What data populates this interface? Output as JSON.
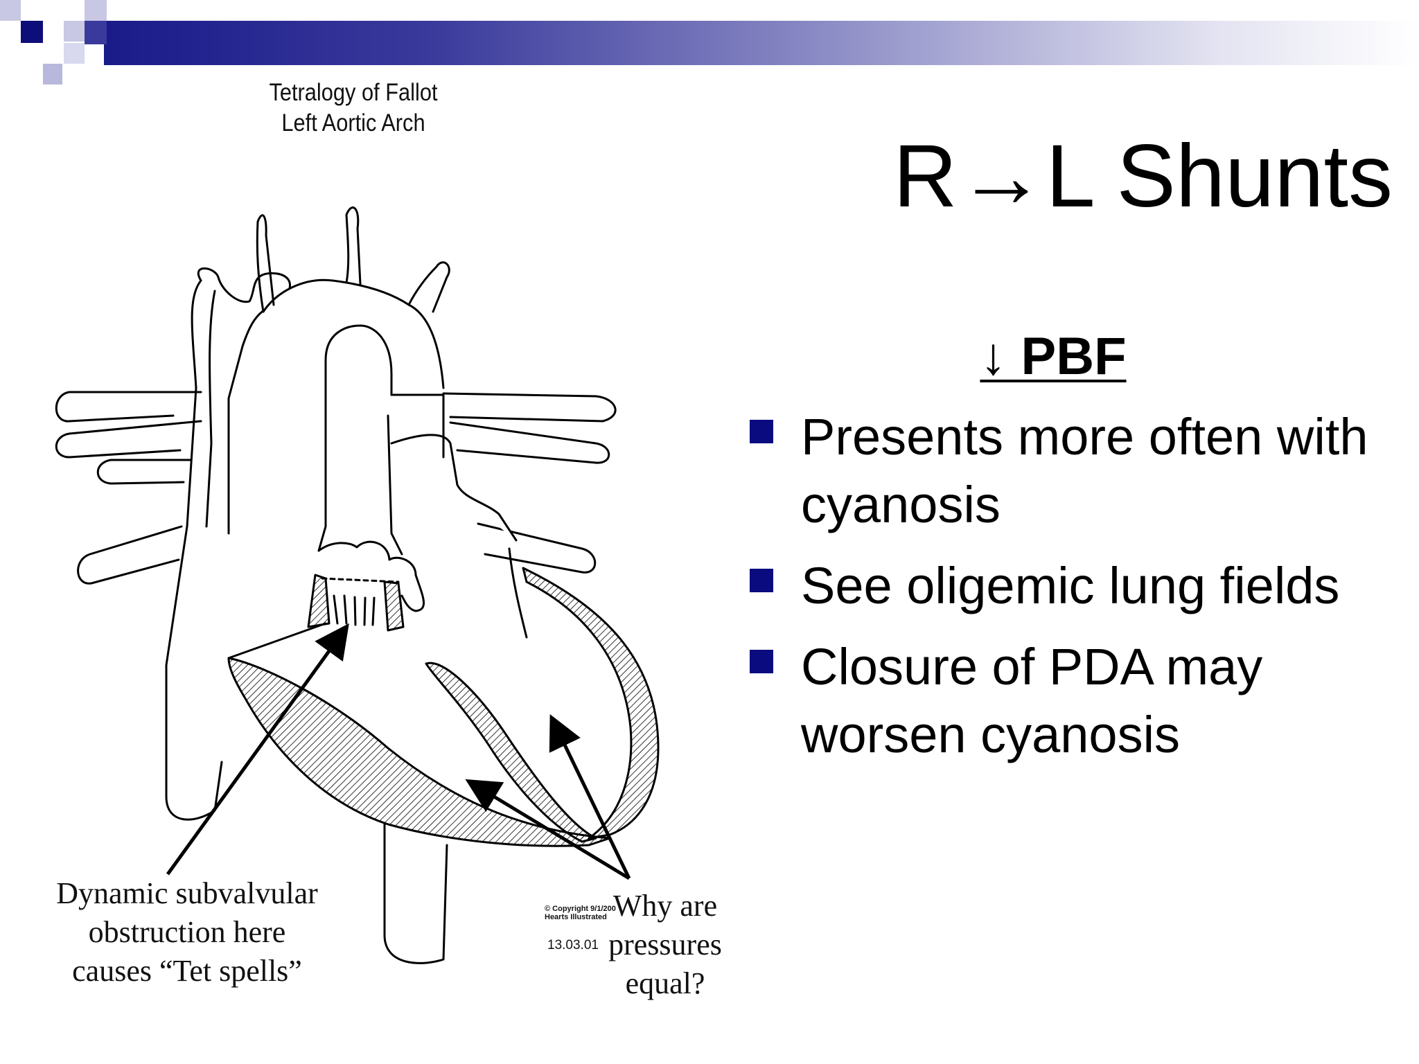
{
  "diagram": {
    "caption_line1": "Tetralogy of Fallot",
    "caption_line2": "Left Aortic Arch",
    "annotation_left": [
      "Dynamic subvalvular",
      "obstruction here",
      "causes “Tet spells”"
    ],
    "annotation_right": [
      "Why are",
      "pressures",
      "equal?"
    ],
    "copyright_line1": "© Copyright 9/1/200",
    "copyright_line2": "Hearts Illustrated",
    "figure_code": "13.03.01"
  },
  "slide": {
    "title": "R→L Shunts",
    "subheading": "↓ PBF",
    "bullets": [
      "Presents more often with cyanosis",
      "See oligemic lung fields",
      "Closure of PDA may worsen cyanosis"
    ]
  },
  "theme": {
    "bullet_color": "#0b0b80",
    "header_color": "#1a1a8a"
  }
}
